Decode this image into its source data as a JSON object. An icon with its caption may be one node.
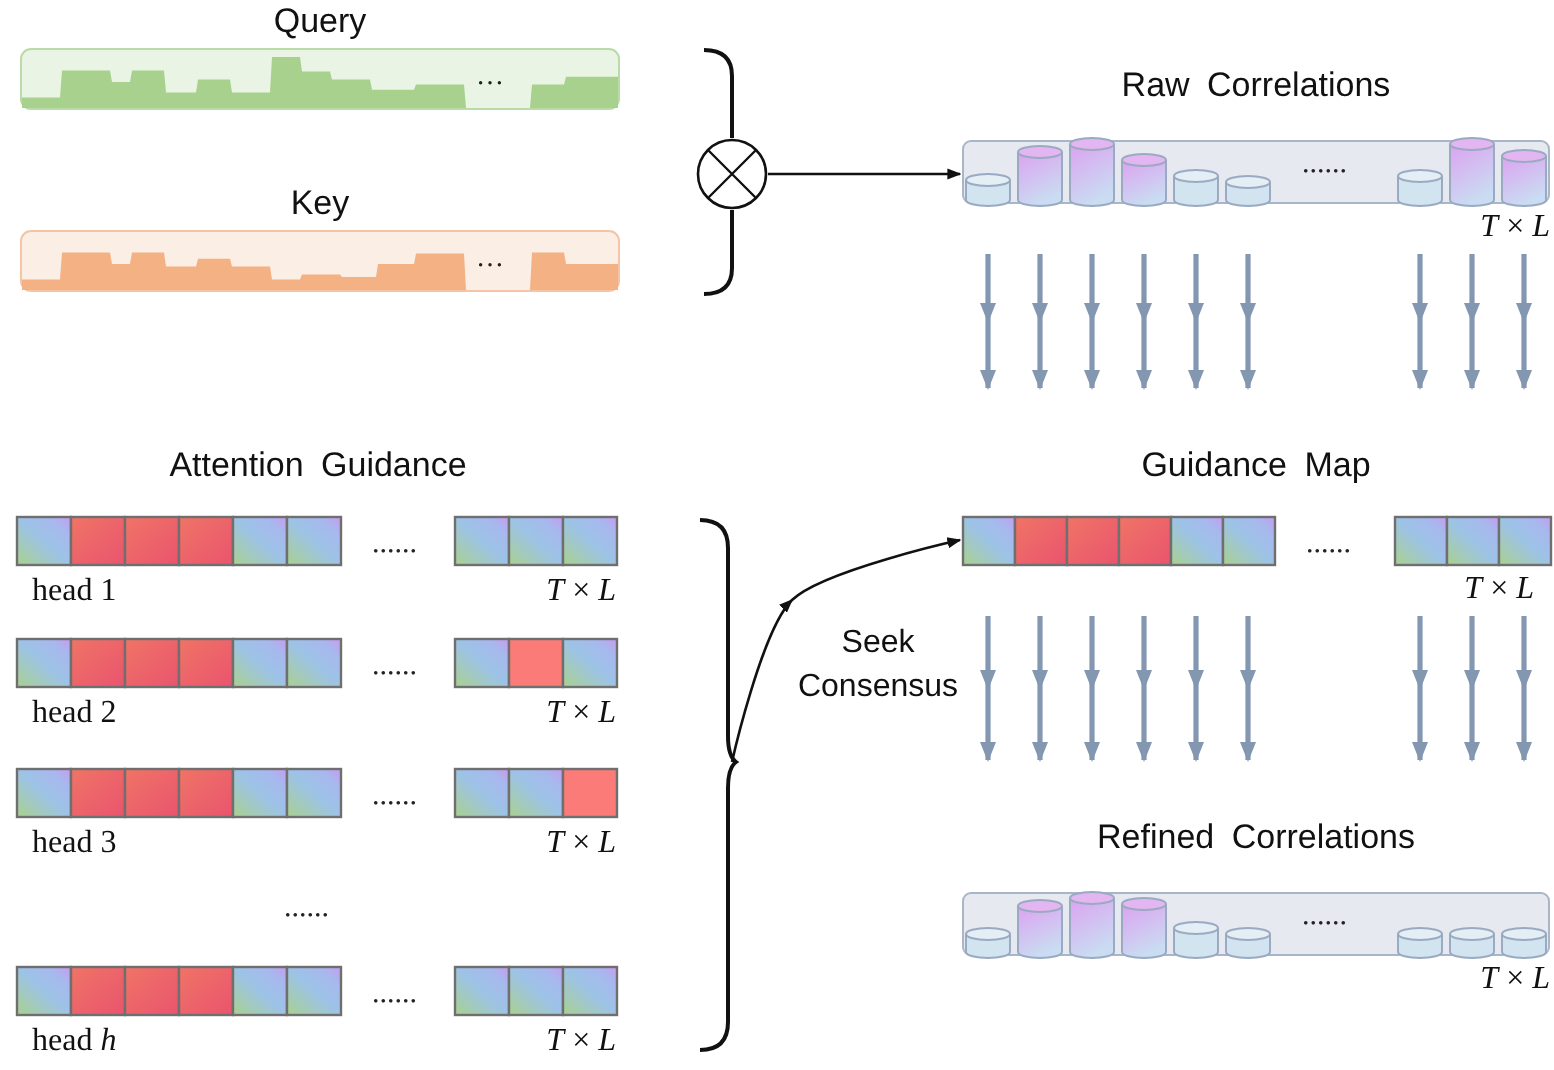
{
  "diagram": {
    "nodes": [
      {
        "text": [
          "Query",
          "…"
        ]
      },
      {
        "text": [
          "Key",
          "…"
        ]
      },
      {
        "text": [],
        "shape": "circle"
      },
      {
        "text": [
          "Raw Correlations",
          "......",
          "*T* × *L*"
        ]
      },
      {
        "text": [
          "head 1",
          "......",
          "*T* × *L*"
        ]
      },
      {
        "text": [
          "head 2",
          "......",
          "*T* × *L*"
        ]
      },
      {
        "text": [
          "head 3",
          "......",
          "*T* × *L*"
        ]
      },
      {
        "text": [
          "head *h*",
          "......",
          "*T* × *L*"
        ]
      },
      {
        "text": [
          "Guidance Map",
          "......",
          "*T* × *L*"
        ]
      },
      {
        "text": [
          "Refined Correlations",
          "......",
          "*T* × *L*"
        ]
      }
    ],
    "edges": [
      {
        "from": 2,
        "to": 3,
        "arrow": "to",
        "color": "#111111"
      },
      {
        "from": null,
        "to": 8,
        "arrow": "to",
        "label": "Seek Consensus",
        "color": "#111111"
      },
      {
        "from": 3,
        "to": 8,
        "arrow": "to"
      },
      {
        "from": 3,
        "to": 8,
        "arrow": "to"
      },
      {
        "from": 3,
        "to": 8,
        "arrow": "to"
      },
      {
        "from": 3,
        "to": 8,
        "arrow": "to"
      },
      {
        "from": 3,
        "to": 8,
        "arrow": "to"
      },
      {
        "from": 3,
        "to": 8,
        "arrow": "to"
      },
      {
        "from": 3,
        "to": 8,
        "arrow": "to"
      },
      {
        "from": 3,
        "to": 8,
        "arrow": "to"
      },
      {
        "from": 3,
        "to": 8,
        "arrow": "to"
      },
      {
        "from": 8,
        "to": 9,
        "arrow": "to"
      },
      {
        "from": 8,
        "to": 9,
        "arrow": "to"
      },
      {
        "from": 8,
        "to": 9,
        "arrow": "to"
      },
      {
        "from": 8,
        "to": 9,
        "arrow": "to"
      },
      {
        "from": 8,
        "to": 9,
        "arrow": "to"
      },
      {
        "from": 8,
        "to": 9,
        "arrow": "to"
      },
      {
        "from": 8,
        "to": 9,
        "arrow": "to"
      },
      {
        "from": 8,
        "to": 9,
        "arrow": "to"
      },
      {
        "from": 8,
        "to": 9,
        "arrow": "to"
      }
    ],
    "labels": [
      "Attention Guidance",
      "......"
    ]
  }
}
